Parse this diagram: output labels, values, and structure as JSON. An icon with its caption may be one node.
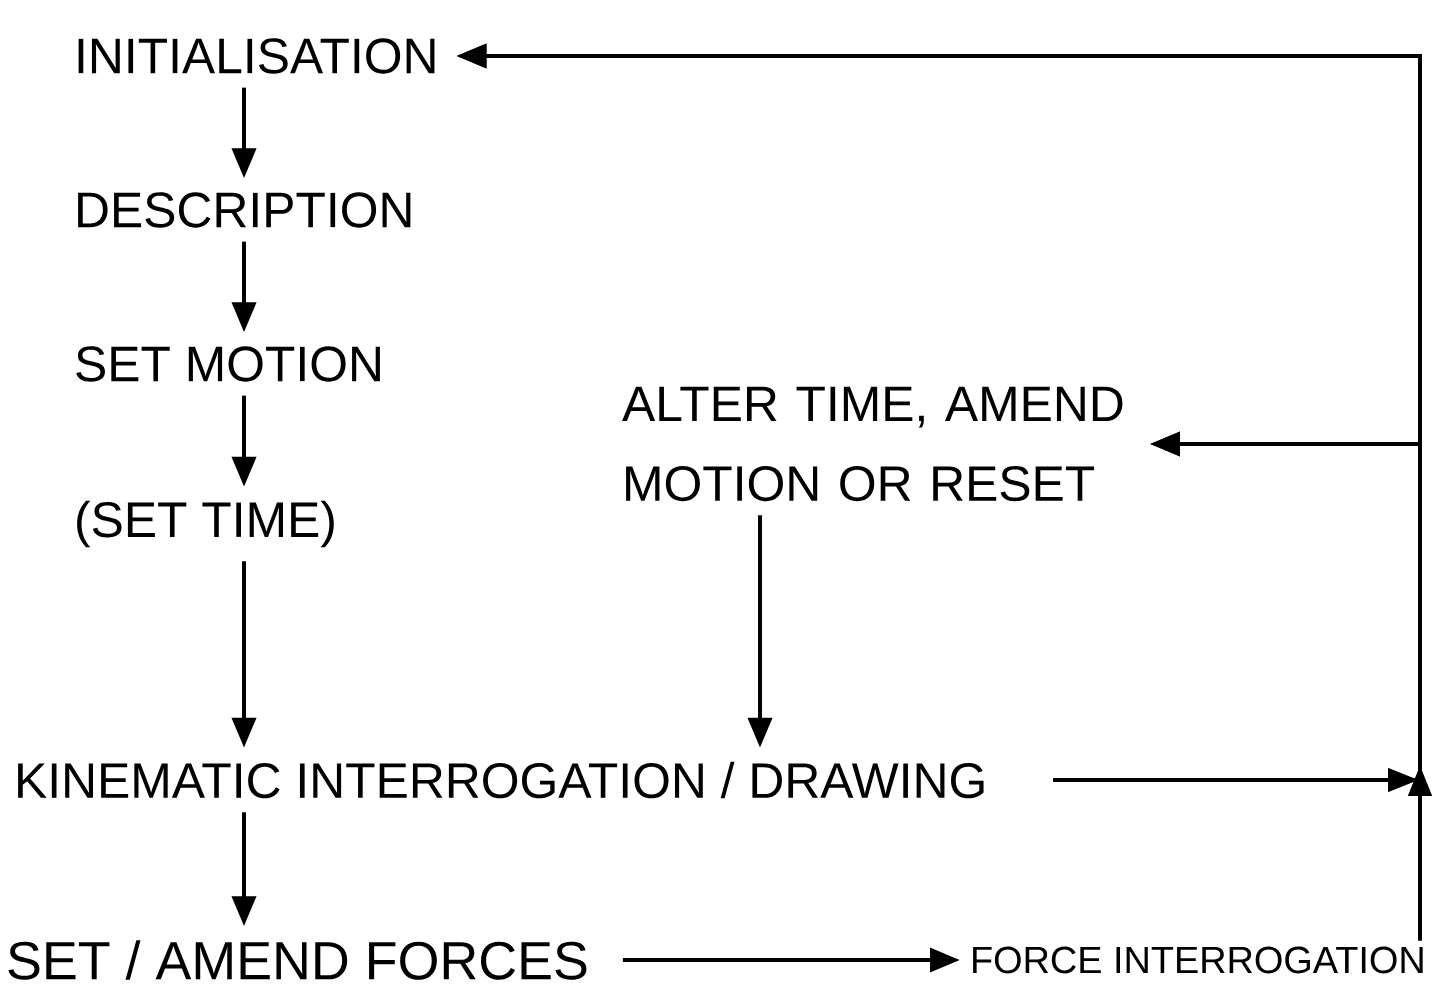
{
  "diagram": {
    "nodes": [
      {
        "text": [
          "INITIALISATION"
        ]
      },
      {
        "text": [
          "DESCRIPTION"
        ]
      },
      {
        "text": [
          "SET MOTION"
        ]
      },
      {
        "text": [
          "(SET TIME)"
        ]
      },
      {
        "text": [
          "ALTER TIME, AMEND MOTION OR RESET"
        ]
      },
      {
        "text": [
          "KINEMATIC INTERROGATION / DRAWING"
        ]
      },
      {
        "text": [
          "SET / AMEND FORCES"
        ]
      },
      {
        "text": [
          "FORCE INTERROGATION"
        ]
      }
    ],
    "edges": [
      {
        "from": 0,
        "to": 1,
        "arrow": "to"
      },
      {
        "from": 1,
        "to": 2,
        "arrow": "to"
      },
      {
        "from": 2,
        "to": 3,
        "arrow": "to"
      },
      {
        "from": 3,
        "to": 5,
        "arrow": "to"
      },
      {
        "from": 4,
        "to": 5,
        "arrow": "to"
      },
      {
        "from": 5,
        "to": 6,
        "arrow": "to"
      },
      {
        "from": 6,
        "to": 7,
        "arrow": "to"
      },
      {
        "from": 7,
        "to": 0,
        "arrow": "to"
      },
      {
        "from": 7,
        "to": 4,
        "arrow": "to"
      },
      {
        "from": 5,
        "to": 0,
        "arrow": "to"
      },
      {
        "from": 5,
        "to": 4,
        "arrow": "to"
      }
    ]
  }
}
